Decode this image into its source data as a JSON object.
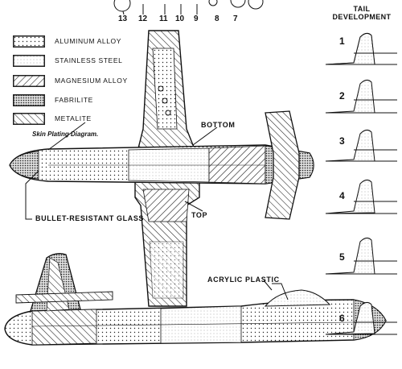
{
  "top_numbers": [
    "13",
    "12",
    "11",
    "10",
    "9",
    "8",
    "7"
  ],
  "legend": [
    {
      "label": "ALUMINUM ALLOY",
      "pattern": "dots"
    },
    {
      "label": "STAINLESS STEEL",
      "pattern": "fine-dots"
    },
    {
      "label": "MAGNESIUM ALLOY",
      "pattern": "diagonal"
    },
    {
      "label": "FABRILITE",
      "pattern": "dense-dots"
    },
    {
      "label": "METALITE",
      "pattern": "crosshatch"
    }
  ],
  "diagram_caption": "Skin Plating Diagram.",
  "callouts": {
    "bottom": "BOTTOM",
    "top": "TOP",
    "bullet_glass": "BULLET-RESISTANT GLASS",
    "acrylic": "ACRYLIC PLASTIC"
  },
  "tail_development": {
    "title_line1": "TAIL",
    "title_line2": "DEVELOPMENT",
    "numbers": [
      "1",
      "2",
      "3",
      "4",
      "5",
      "6"
    ]
  },
  "colors": {
    "ink": "#111111",
    "paper": "#ffffff"
  }
}
